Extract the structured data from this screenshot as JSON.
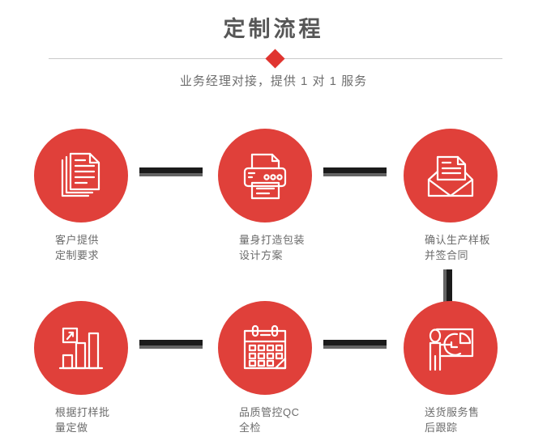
{
  "header": {
    "title": "定制流程",
    "subtitle": "业务经理对接，提供 1 对 1 服务",
    "divider_icon": "diamond",
    "title_color": "#575757",
    "accent_color": "#e0342f"
  },
  "theme": {
    "circle_red": "#e0403a",
    "connector_dark": "#1b1b1b",
    "connector_gray": "#646464",
    "label_color": "#6b6b6b",
    "background": "#ffffff"
  },
  "steps": [
    {
      "index": 1,
      "icon": "documents-stack-icon",
      "label": "客户提供\n定制要求",
      "line1": "客户提供",
      "line2": "定制要求"
    },
    {
      "index": 2,
      "icon": "printer-icon",
      "label": "量身打造包装\n设计方案",
      "line1": "量身打造包装",
      "line2": "设计方案"
    },
    {
      "index": 3,
      "icon": "envelope-letter-icon",
      "label": "确认生产样板\n并签合同",
      "line1": "确认生产样板",
      "line2": "并签合同"
    },
    {
      "index": 4,
      "icon": "bar-chart-growth-icon",
      "label": "根据打样批\n量定做",
      "line1": "根据打样批",
      "line2": "量定做"
    },
    {
      "index": 5,
      "icon": "calendar-check-icon",
      "label": "品质管控QC\n全检",
      "line1": "品质管控QC",
      "line2": "全检"
    },
    {
      "index": 6,
      "icon": "presenter-pie-chart-icon",
      "label": "送货服务售\n后跟踪",
      "line1": "送货服务售",
      "line2": "后跟踪"
    }
  ],
  "connectors": [
    {
      "name": "connector-step1-step2",
      "orientation": "horizontal"
    },
    {
      "name": "connector-step2-step3",
      "orientation": "horizontal"
    },
    {
      "name": "connector-step3-step6",
      "orientation": "vertical"
    },
    {
      "name": "connector-step4-step5",
      "orientation": "horizontal"
    },
    {
      "name": "connector-step5-step6",
      "orientation": "horizontal"
    }
  ]
}
